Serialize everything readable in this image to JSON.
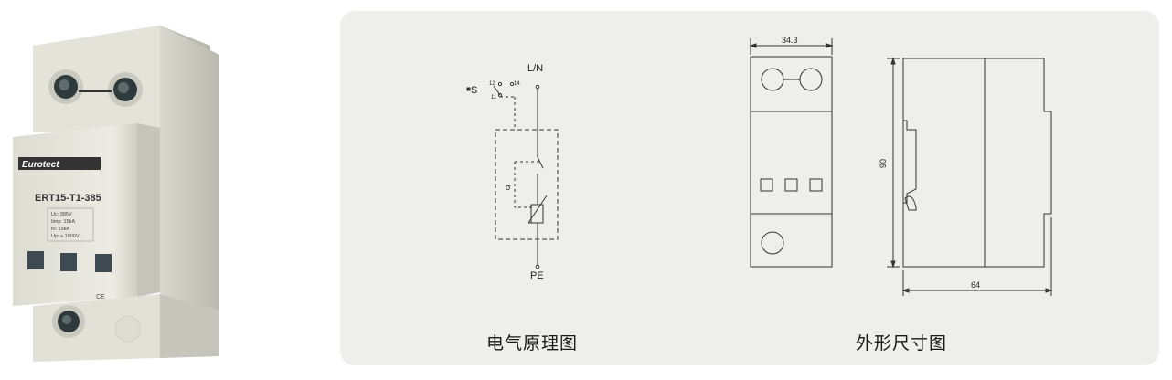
{
  "product": {
    "brand": "Eurotect",
    "model": "ERT15-T1-385",
    "specs": [
      "Uc: 385V",
      "Iimp: 15kA",
      "In: 15kA",
      "Up: ≤ 1800V"
    ],
    "marks": "CE"
  },
  "schematic": {
    "caption": "电气原理图",
    "terminal_top": "L/N",
    "terminal_bottom": "PE",
    "switch_label": "S",
    "pin_12": "12",
    "pin_14": "14",
    "pin_11": "11",
    "thermal_label": "σ"
  },
  "dimensions": {
    "caption": "外形尺寸图",
    "width_front": "34.3",
    "height": "90",
    "depth": "64"
  }
}
